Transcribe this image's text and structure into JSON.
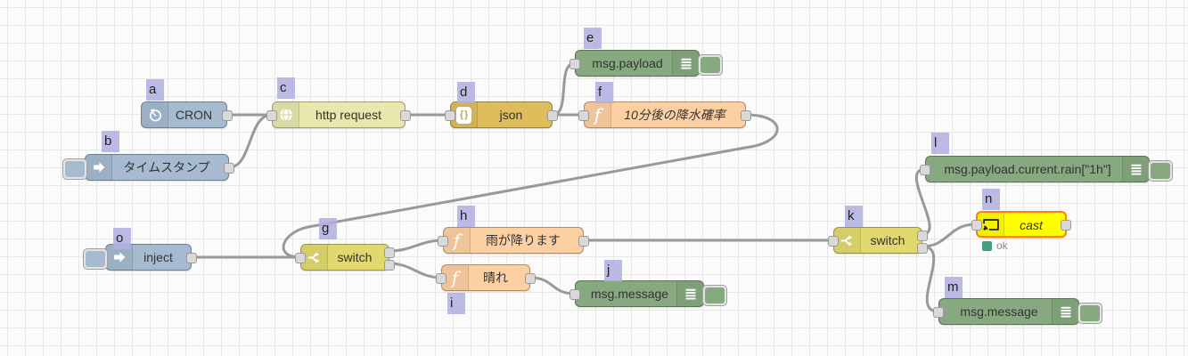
{
  "app": {
    "type": "node-red-flow-editor"
  },
  "canvas": {
    "background": "#fbfbfb",
    "grid_color": "#e7e7e7",
    "wire_color": "#999999",
    "port_color": "#d9d9d9"
  },
  "markers": [
    "a",
    "b",
    "c",
    "d",
    "e",
    "f",
    "g",
    "h",
    "i",
    "j",
    "k",
    "l",
    "m",
    "n",
    "o"
  ],
  "nodes": {
    "cron": {
      "label": "CRON",
      "color": "#a6bbcf",
      "icon": "timer-icon"
    },
    "timestamp": {
      "label": "タイムスタンプ",
      "color": "#a6bbcf",
      "icon": "inject-arrow-icon"
    },
    "http_request": {
      "label": "http request",
      "color": "#e7e7ae",
      "icon": "globe-icon"
    },
    "json": {
      "label": "json",
      "color": "#debd5c",
      "icon": "braces-icon"
    },
    "debug_payload": {
      "label": "msg.payload",
      "color": "#87a980",
      "icon": "debug-list-icon"
    },
    "func_rain_prob": {
      "label": "10分後の降水確率",
      "color": "#fdd0a2",
      "icon": "function-icon"
    },
    "switch_weather": {
      "label": "switch",
      "color": "#e2d96e",
      "icon": "switch-icon"
    },
    "inject": {
      "label": "inject",
      "color": "#a6bbcf",
      "icon": "inject-arrow-icon"
    },
    "func_rain": {
      "label": "雨が降ります",
      "color": "#fdd0a2",
      "icon": "function-icon"
    },
    "func_sunny": {
      "label": "晴れ",
      "color": "#fdd0a2",
      "icon": "function-icon"
    },
    "debug_message_1": {
      "label": "msg.message",
      "color": "#87a980",
      "icon": "debug-list-icon"
    },
    "switch_cast": {
      "label": "switch",
      "color": "#e2d96e",
      "icon": "switch-icon"
    },
    "debug_rain_1h": {
      "label": "msg.payload.current.rain[\"1h\"]",
      "color": "#87a980",
      "icon": "debug-list-icon"
    },
    "cast": {
      "label": "cast",
      "color": "#ffff00",
      "border_color": "#ff7f0e",
      "icon": "cast-icon",
      "status": {
        "text": "ok",
        "color": "#3fa07a"
      }
    },
    "debug_message_2": {
      "label": "msg.message",
      "color": "#87a980",
      "icon": "debug-list-icon"
    }
  }
}
